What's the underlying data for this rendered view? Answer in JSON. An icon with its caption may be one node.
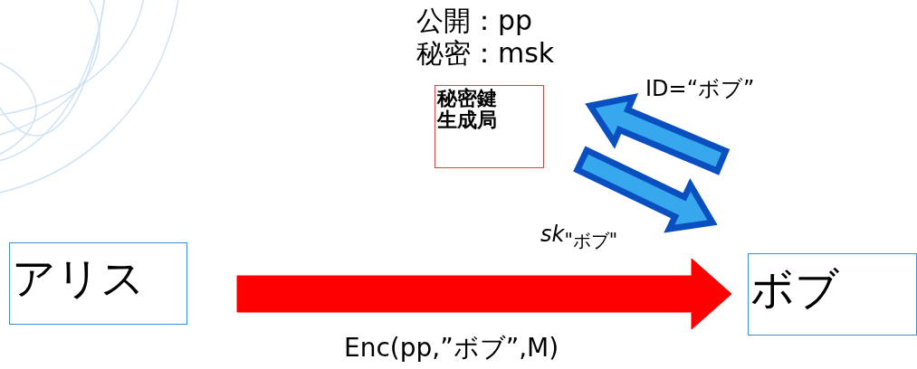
{
  "diagram": {
    "nodes": [
      {
        "text": [
          "秘密鍵生成局"
        ],
        "beside": [
          "公開：pp",
          "秘密：msk"
        ]
      },
      {
        "text": [
          "アリス"
        ]
      },
      {
        "text": [
          "ボブ"
        ]
      }
    ],
    "edges": [
      {
        "from": 1,
        "to": 2,
        "arrow": "to",
        "style": "thick",
        "color": "#ff0000",
        "label": "Enc(pp,”ボブ”,M)"
      },
      {
        "from": 2,
        "to": 0,
        "arrow": "to",
        "style": "thick",
        "color": "#0a4fbf",
        "label": "ID=“ボブ”"
      },
      {
        "from": 0,
        "to": 2,
        "arrow": "to",
        "style": "thick",
        "color": "#0a4fbf",
        "label": "*sk*$_{\"ボブ\"}$"
      }
    ]
  }
}
